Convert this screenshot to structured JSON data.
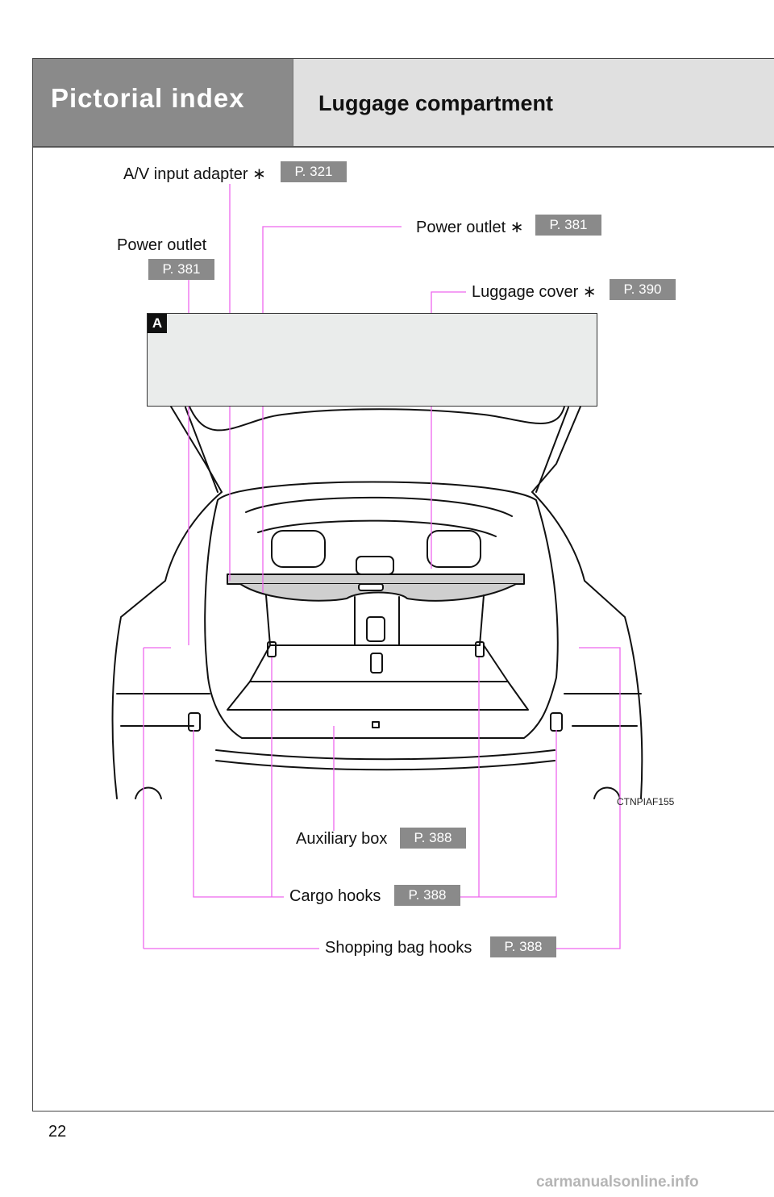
{
  "header": {
    "section": "Pictorial index",
    "title": "Luggage compartment"
  },
  "callouts": {
    "av_input_adapter": {
      "label": "A/V input adapter",
      "star": "∗",
      "page": "P. 321"
    },
    "power_outlet_left": {
      "label": "Power outlet",
      "page": "P. 381"
    },
    "power_outlet_right": {
      "label": "Power outlet",
      "star": "∗",
      "page": "P. 381"
    },
    "luggage_cover": {
      "label": "Luggage cover",
      "star": "∗",
      "page": "P. 390"
    },
    "auxiliary_box": {
      "label": "Auxiliary box",
      "page": "P. 388"
    },
    "cargo_hooks": {
      "label": "Cargo hooks",
      "page": "P. 388"
    },
    "shopping_bag_hooks": {
      "label": "Shopping bag hooks",
      "page": "P. 388"
    }
  },
  "figure": {
    "box_tag": "A",
    "code": "CTNPIAF155"
  },
  "footer": {
    "page_number": "22",
    "watermark": "carmanualsonline.info"
  },
  "colors": {
    "header_dark": "#8a8a8a",
    "header_light": "#e0e0e0",
    "badge": "#8a8a8a",
    "leader_line": "#ee66ee"
  }
}
